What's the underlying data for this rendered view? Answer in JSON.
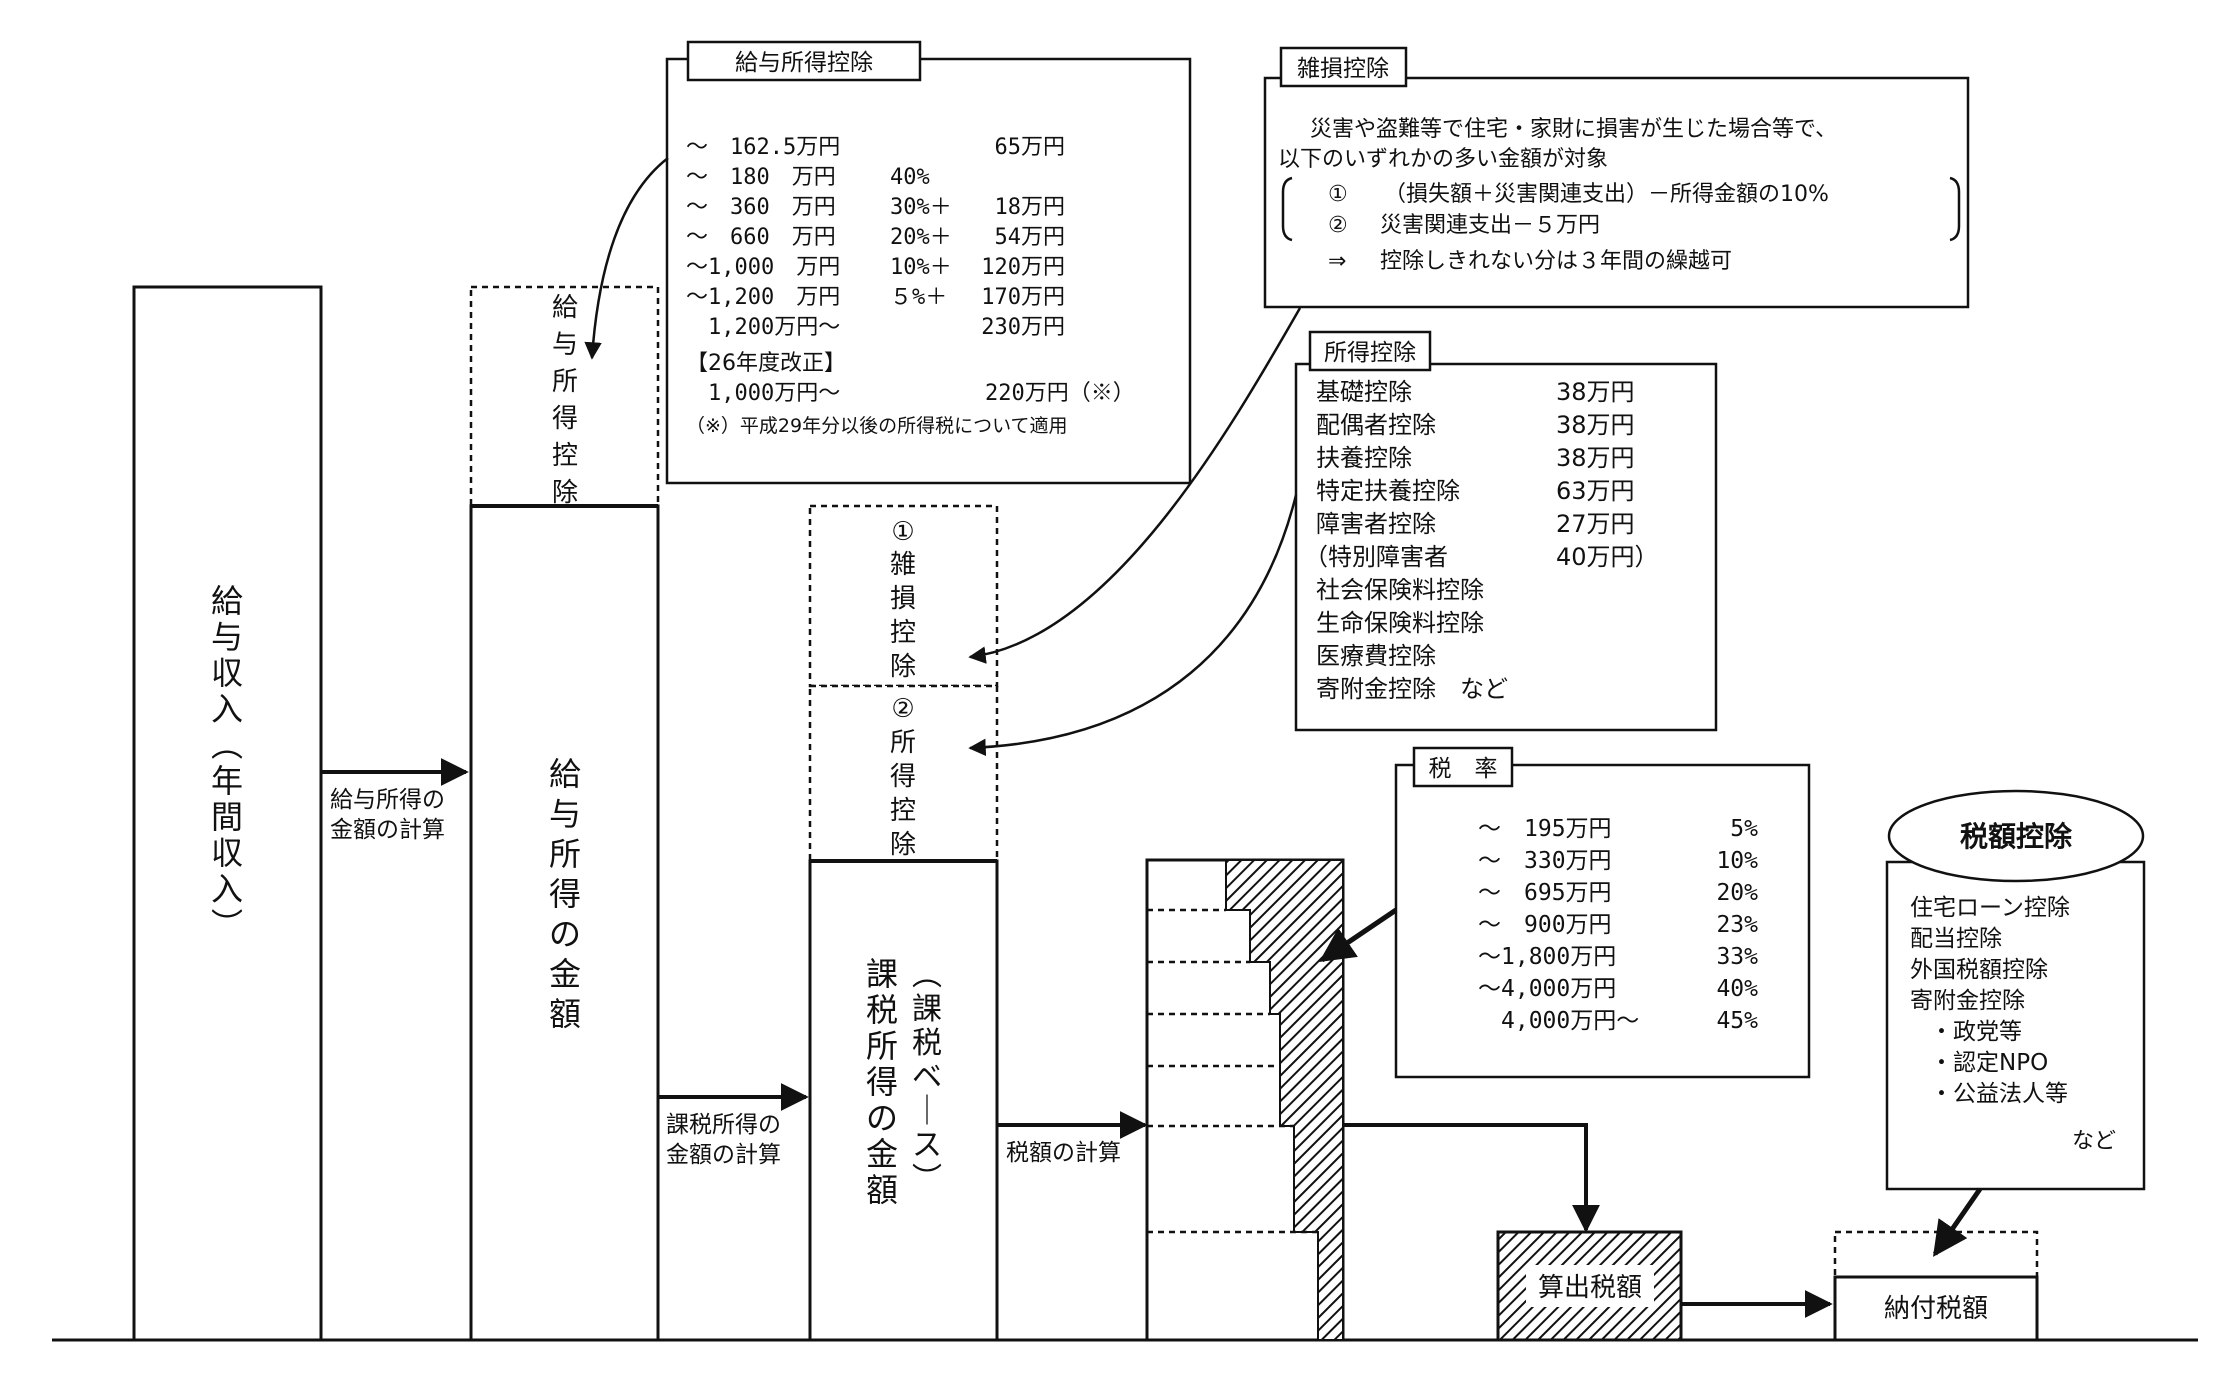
{
  "income": {
    "salary_income": "給与収入（年間収入）",
    "employment_income": "給与所得の金額",
    "employment_deduction": "給与所得控除",
    "taxable_income": "課税所得の金額",
    "taxable_base": "（課税ベース）",
    "casualty_deduction_num": "①",
    "casualty_deduction": "雑損控除",
    "income_deduction_num": "②",
    "income_deduction": "所得控除"
  },
  "arrows": {
    "calc_employment_1": "給与所得の",
    "calc_employment_2": "金額の計算",
    "calc_taxable_1": "課税所得の",
    "calc_taxable_2": "金額の計算",
    "calc_tax": "税額の計算"
  },
  "tax": {
    "computed_tax": "算出税額",
    "payable_tax": "納付税額"
  },
  "employment_deduction_box": {
    "title": "給与所得控除",
    "rows": [
      {
        "range": "～　162.5万円",
        "rate": "",
        "amount": "65万円"
      },
      {
        "range": "～　180　万円",
        "rate": "40%",
        "amount": ""
      },
      {
        "range": "～　360　万円",
        "rate": "30%＋",
        "amount": "18万円"
      },
      {
        "range": "～　660　万円",
        "rate": "20%＋",
        "amount": "54万円"
      },
      {
        "range": "～1,000　万円",
        "rate": "10%＋",
        "amount": "120万円"
      },
      {
        "range": "～1,200　万円",
        "rate": "５%＋",
        "amount": "170万円"
      },
      {
        "range": "　1,200万円～",
        "rate": "",
        "amount": "230万円"
      }
    ],
    "revision_title": "【26年度改正】",
    "revision_range": "　1,000万円～",
    "revision_amount": "220万円（※）",
    "note": "（※）平成29年分以後の所得税について適用"
  },
  "casualty_box": {
    "title": "雑損控除",
    "line1": "災害や盗難等で住宅・家財に損害が生じた場合等で、",
    "line2": "以下のいずれかの多い金額が対象",
    "item1_num": "①",
    "item1": "（損失額＋災害関連支出）－所得金額の10%",
    "item2_num": "②",
    "item2": "災害関連支出－５万円",
    "carry_mark": "⇒",
    "carry": "控除しきれない分は３年間の繰越可"
  },
  "income_deduction_box": {
    "title": "所得控除",
    "rows": [
      {
        "name": "基礎控除",
        "amount": "38万円"
      },
      {
        "name": "配偶者控除",
        "amount": "38万円"
      },
      {
        "name": "扶養控除",
        "amount": "38万円"
      },
      {
        "name": "特定扶養控除",
        "amount": "63万円"
      },
      {
        "name": "障害者控除",
        "amount": "27万円"
      },
      {
        "name": "（特別障害者",
        "amount": "40万円）"
      },
      {
        "name": "社会保険料控除",
        "amount": ""
      },
      {
        "name": "生命保険料控除",
        "amount": ""
      },
      {
        "name": "医療費控除",
        "amount": ""
      },
      {
        "name": "寄附金控除　など",
        "amount": ""
      }
    ]
  },
  "tax_rate_box": {
    "title": "税　率",
    "rows": [
      {
        "range": "～　195万円",
        "rate": "5%"
      },
      {
        "range": "～　330万円",
        "rate": "10%"
      },
      {
        "range": "～　695万円",
        "rate": "20%"
      },
      {
        "range": "～　900万円",
        "rate": "23%"
      },
      {
        "range": "～1,800万円",
        "rate": "33%"
      },
      {
        "range": "～4,000万円",
        "rate": "40%"
      },
      {
        "range": "　4,000万円～",
        "rate": "45%"
      }
    ]
  },
  "tax_credit_box": {
    "title": "税額控除",
    "items": [
      "住宅ローン控除",
      "配当控除",
      "外国税額控除",
      "寄附金控除",
      "・政党等",
      "・認定NPO",
      "・公益法人等"
    ],
    "etc": "など"
  }
}
